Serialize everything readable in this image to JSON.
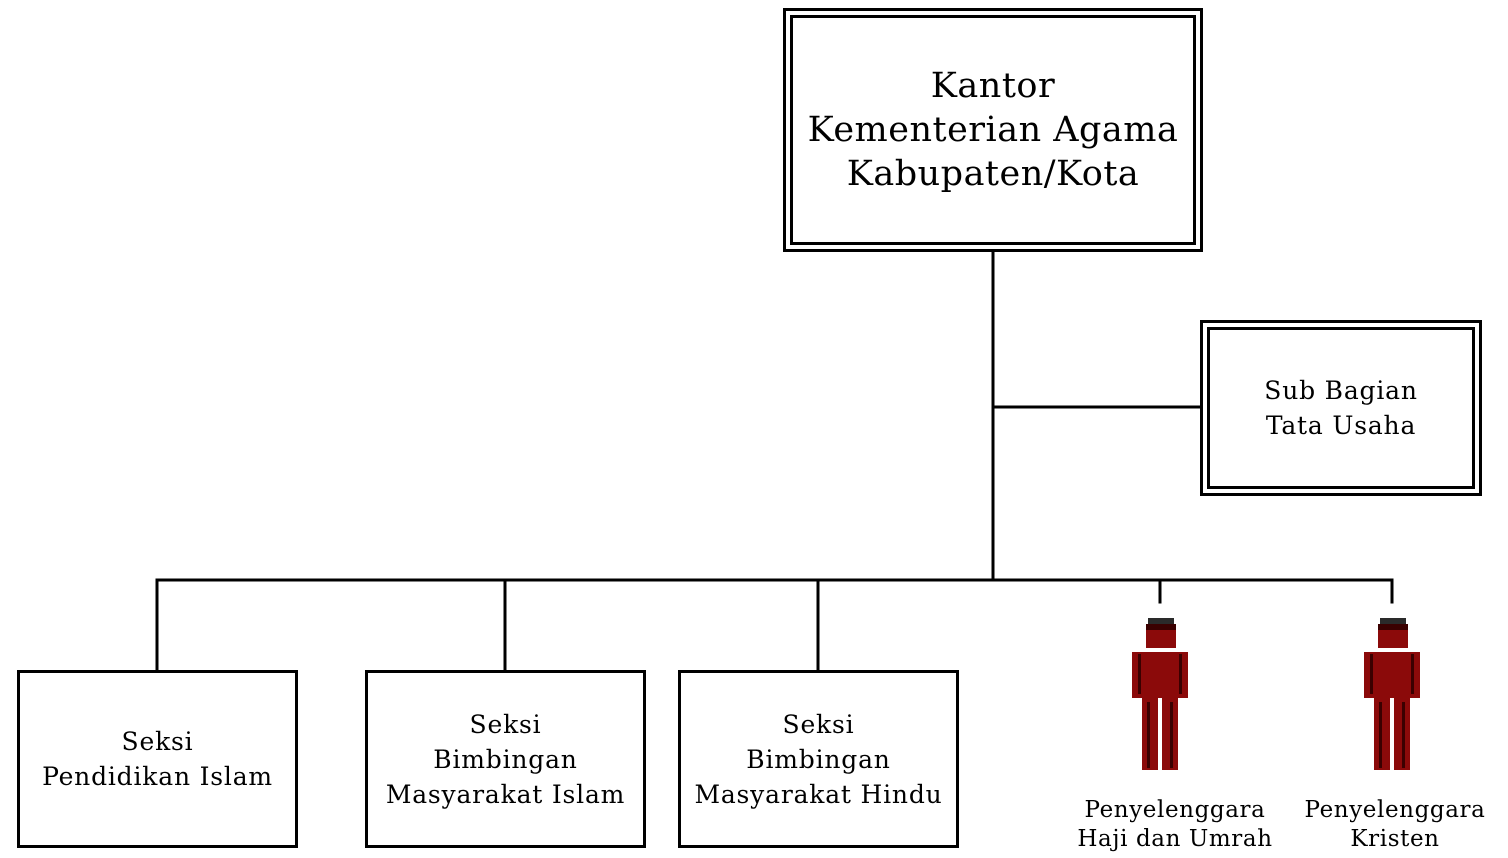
{
  "diagram": {
    "root": {
      "label": "Kantor\nKementerian Agama\nKabupaten/Kota"
    },
    "staff": {
      "label": "Sub Bagian\nTata Usaha"
    },
    "sections": [
      {
        "label": "Seksi\nPendidikan Islam"
      },
      {
        "label": "Seksi\nBimbingan\nMasyarakat Islam"
      },
      {
        "label": "Seksi\nBimbingan\nMasyarakat Hindu"
      }
    ],
    "organizers": [
      {
        "label": "Penyelenggara\nHaji dan Umrah",
        "icon": "person-icon"
      },
      {
        "label": "Penyelenggara\nKristen",
        "icon": "person-icon"
      }
    ]
  },
  "colors": {
    "line": "#000000",
    "person_body": "#8b0a0a",
    "person_dark": "#3a0000",
    "person_cap": "#2a2a2a"
  }
}
